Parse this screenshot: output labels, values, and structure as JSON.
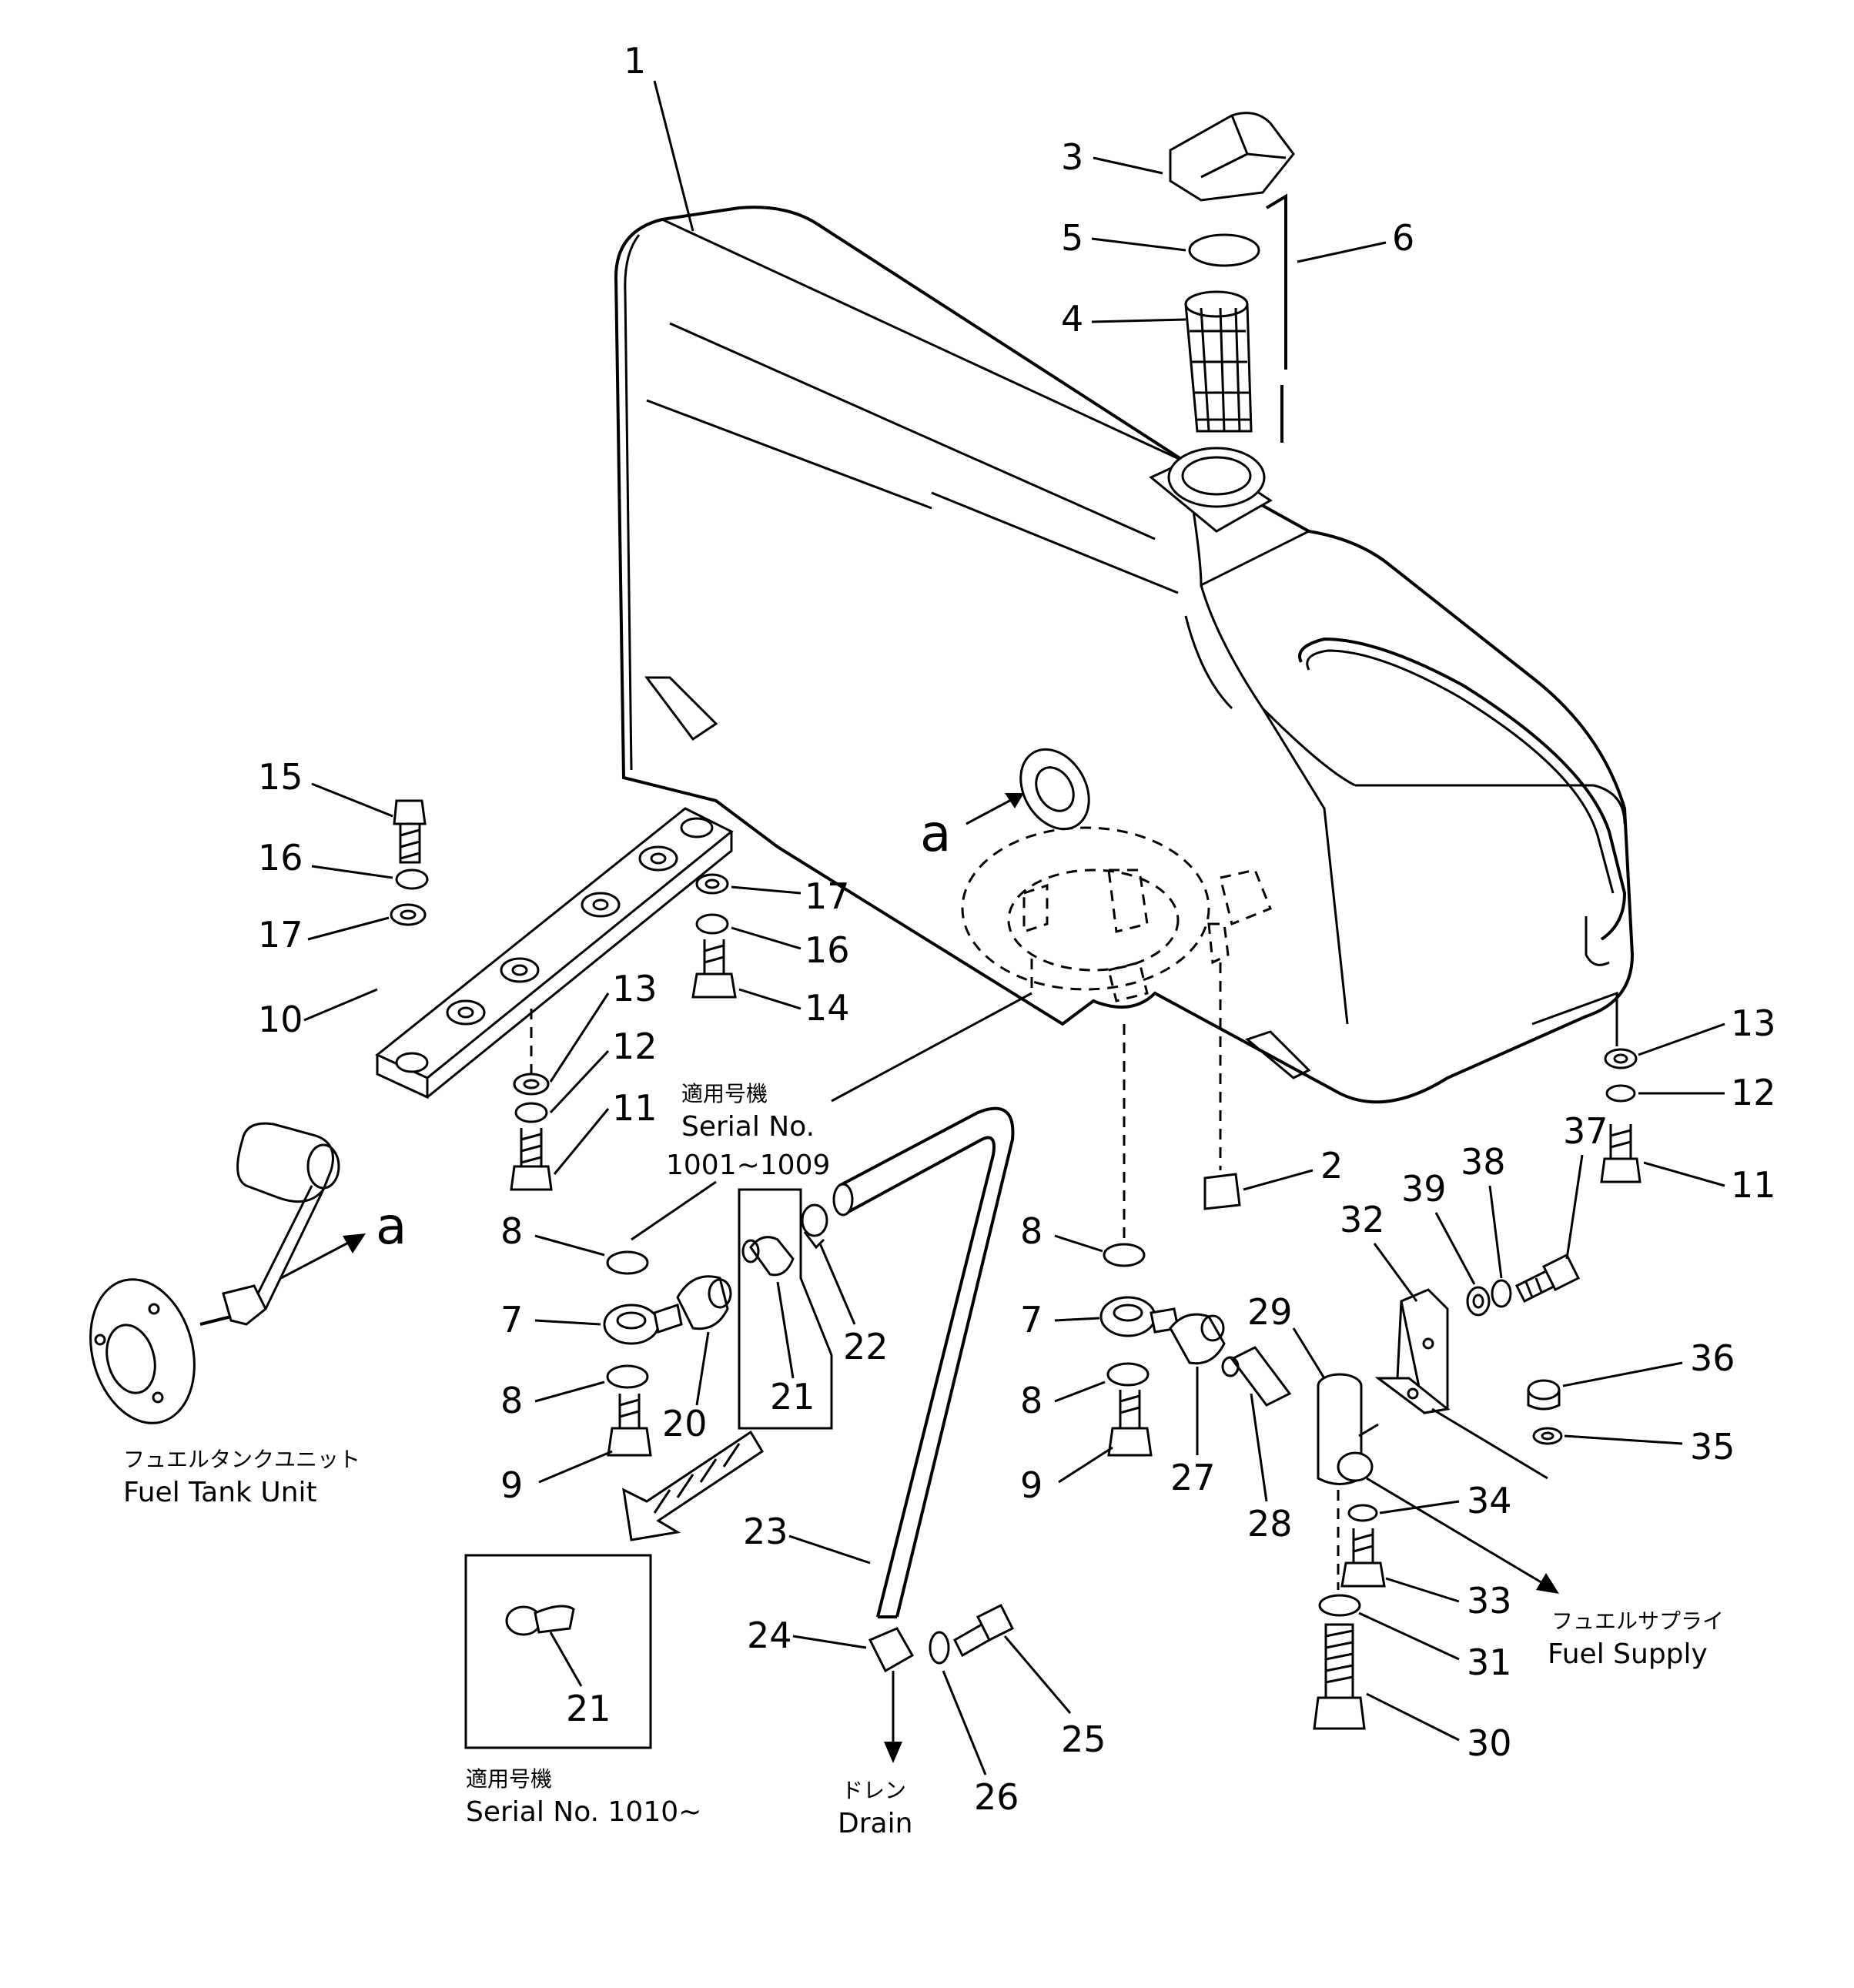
{
  "callouts": {
    "n1": "1",
    "n2": "2",
    "n3": "3",
    "n4": "4",
    "n5": "5",
    "n6": "6",
    "n7a": "7",
    "n7b": "7",
    "n8a": "8",
    "n8b": "8",
    "n8c": "8",
    "n8d": "8",
    "n9a": "9",
    "n9b": "9",
    "n10": "10",
    "n11a": "11",
    "n11b": "11",
    "n12a": "12",
    "n12b": "12",
    "n13a": "13",
    "n13b": "13",
    "n14": "14",
    "n15": "15",
    "n16a": "16",
    "n16b": "16",
    "n17a": "17",
    "n17b": "17",
    "n20": "20",
    "n21a": "21",
    "n21b": "21",
    "n22": "22",
    "n23": "23",
    "n24": "24",
    "n25": "25",
    "n26": "26",
    "n27": "27",
    "n28": "28",
    "n29": "29",
    "n30": "30",
    "n31": "31",
    "n32": "32",
    "n33": "33",
    "n34": "34",
    "n35": "35",
    "n36": "36",
    "n37": "37",
    "n38": "38",
    "n39": "39"
  },
  "labels": {
    "view_a_1": "a",
    "view_a_2": "a",
    "fuel_tank_unit_jp": "フュエルタンクユニット",
    "fuel_tank_unit_en": "Fuel Tank Unit",
    "serial_jp_1": "適用号機",
    "serial_en_1": "Serial No.",
    "serial_range_1": "1001~1009",
    "serial_jp_2": "適用号機",
    "serial_en_2": "Serial No. 1010~",
    "drain_jp": "ドレン",
    "drain_en": "Drain",
    "fuel_supply_jp": "フュエルサプライ",
    "fuel_supply_en": "Fuel Supply"
  }
}
